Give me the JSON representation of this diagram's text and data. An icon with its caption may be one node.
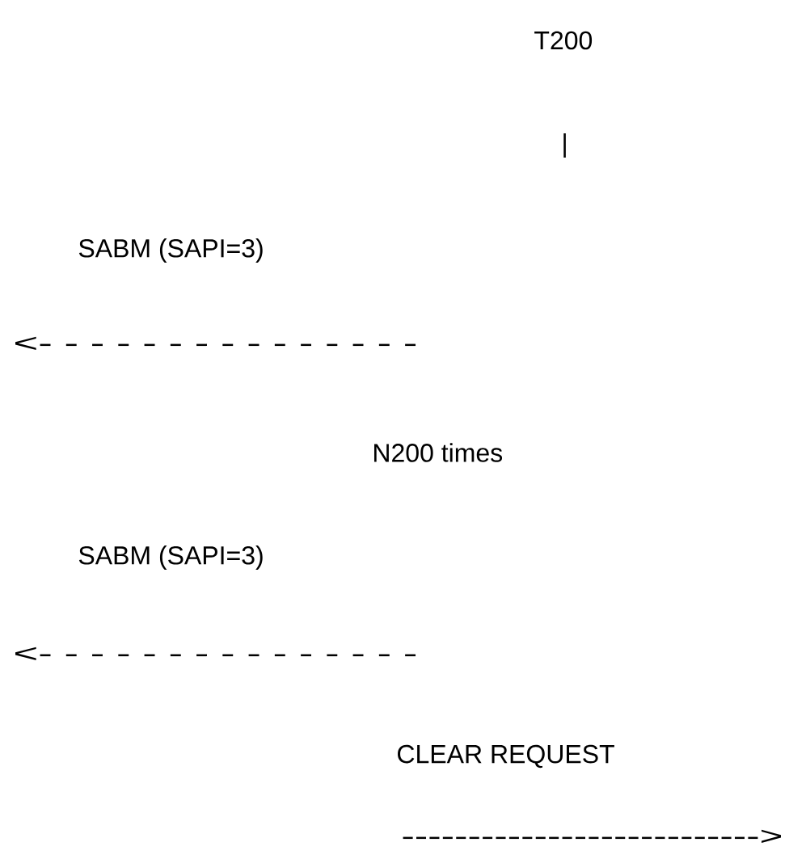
{
  "diagram": {
    "labels": [
      "T200",
      "|",
      "SABM (SAPI=3)",
      "<- - - - - - - - - - - - - - -",
      "N200 times",
      "SABM (SAPI=3)",
      "<- - - - - - - - - - - - - - -",
      "CLEAR REQUEST",
      "--------------------------->"
    ]
  }
}
